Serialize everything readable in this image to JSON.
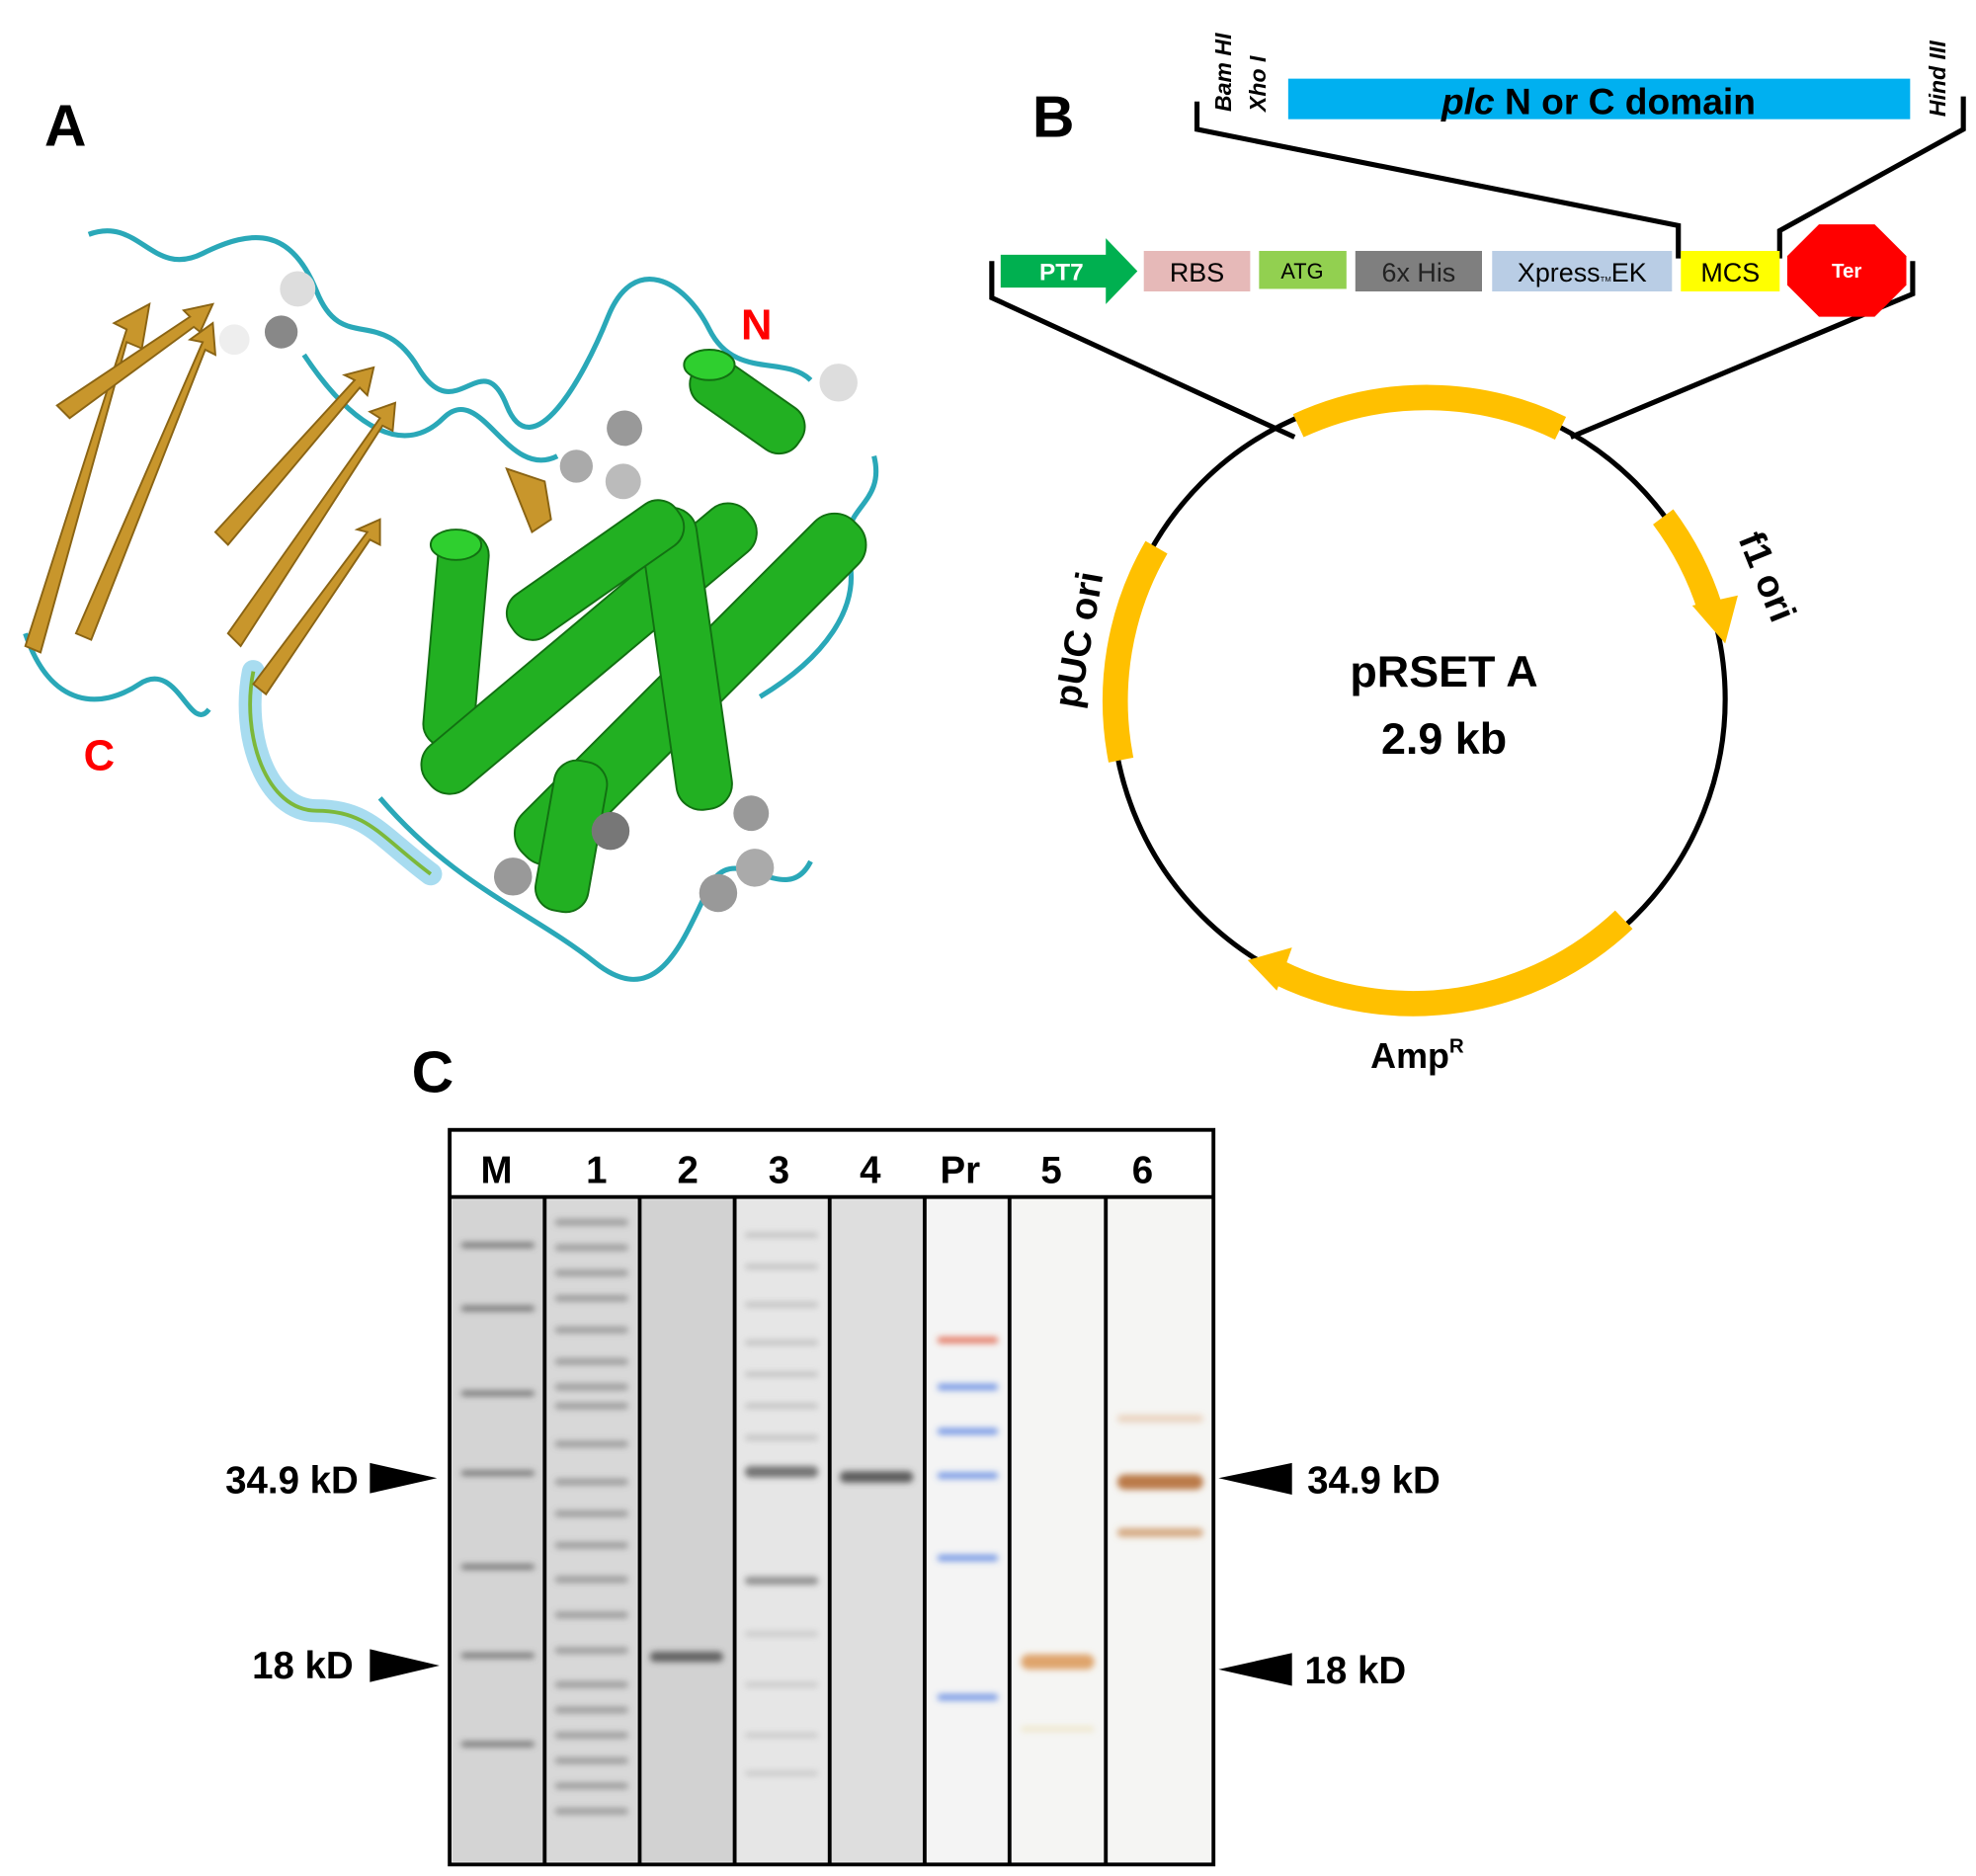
{
  "panels": {
    "a": "A",
    "b": "B",
    "c": "C"
  },
  "structure": {
    "n_term": "N",
    "c_term": "C"
  },
  "insert": {
    "prefix": "plc",
    "label": " N or C domain",
    "site_bam": "Bam HI",
    "site_xho": "Xho I",
    "site_hind": "Hind III"
  },
  "cassette": {
    "pt7": "PT7",
    "rbs": "RBS",
    "atg": "ATG",
    "his": "6x His",
    "xpress": "Xpress",
    "tm": "TM",
    "ek": "EK",
    "mcs": "MCS",
    "ter": "Ter"
  },
  "plasmid": {
    "name": "pRSET A",
    "size": "2.9 kb",
    "f1": "f1 ori",
    "puc": "pUC ori",
    "amp": "Amp",
    "amp_sup": "R"
  },
  "gel": {
    "lanes": [
      "M",
      "1",
      "2",
      "3",
      "4",
      "Pr",
      "5",
      "6"
    ],
    "markers": {
      "high": "34.9 kD",
      "low": "18 kD"
    }
  },
  "colors": {
    "insert": "#00b0f0",
    "pt7": "#00b050",
    "rbs": "#e6b9b8",
    "atg": "#92d050",
    "his": "#808080",
    "xpress": "#b9cde5",
    "mcs": "#ffff00",
    "ter": "#ff0000",
    "orange": "#ffc000",
    "term": "#ff0000"
  }
}
